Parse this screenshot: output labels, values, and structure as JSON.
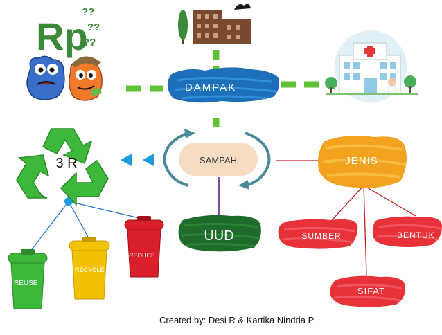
{
  "center": {
    "label": "SAMPAH"
  },
  "impact": {
    "label": "DAMPAK"
  },
  "types": {
    "label": "JENIS",
    "children": [
      {
        "label": "SUMBER",
        "color": "#e8323a"
      },
      {
        "label": "BENTUK",
        "color": "#e8323a"
      },
      {
        "label": "SIFAT",
        "color": "#e8323a"
      }
    ]
  },
  "law": {
    "label": "UUD"
  },
  "three_r": {
    "label": "3 R",
    "bins": [
      {
        "label": "REUSE",
        "color": "#3db83a"
      },
      {
        "label": "RECYCLE",
        "color": "#f2c200"
      },
      {
        "label": "REDUCE",
        "color": "#d9202a"
      }
    ]
  },
  "money": {
    "label": "Rp",
    "marks": "??"
  },
  "credit": "Created by: Desi R  &  Kartika Nindria P",
  "colors": {
    "dash_green": "#5fc236",
    "impact_blue": "#1c6fb8",
    "types_orange": "#f2a21e",
    "law_green": "#1f6b2a",
    "recycle_green": "#3db83a",
    "arrow_blue": "#1e9be0"
  },
  "icons": [
    "factory-icon",
    "hospital-icon",
    "recycle-icon",
    "monster-icon",
    "trash-bin-icon"
  ]
}
